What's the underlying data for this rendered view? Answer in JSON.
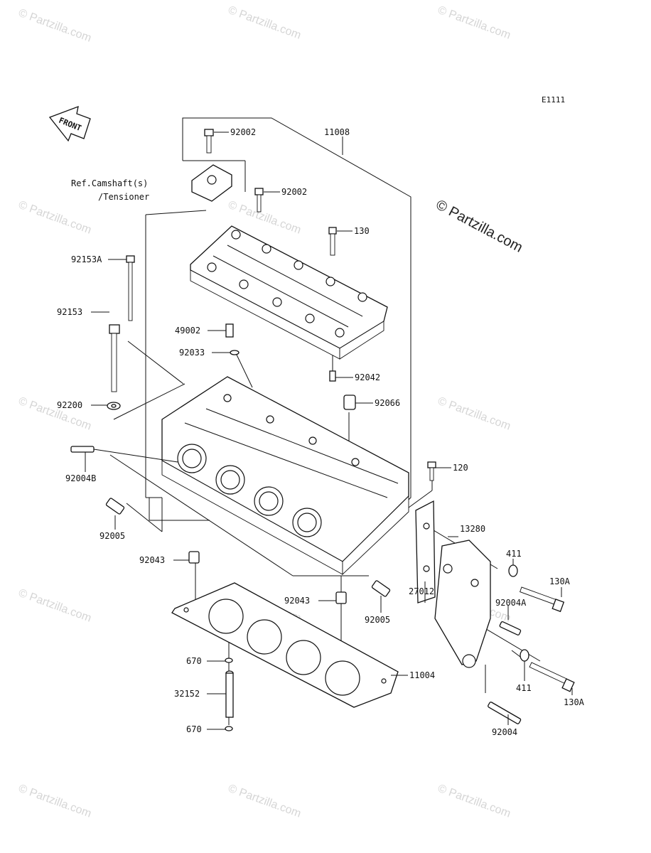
{
  "diagram": {
    "code": "E1111",
    "front_label": "FRONT",
    "ref_line1": "Ref.Camshaft(s)",
    "ref_line2": "/Tensioner",
    "watermark": "© Partzilla.com",
    "watermark_main": "© Partzilla.com"
  },
  "parts": [
    {
      "id": "11008",
      "label": "11008"
    },
    {
      "id": "92002a",
      "label": "92002"
    },
    {
      "id": "92002b",
      "label": "92002"
    },
    {
      "id": "130",
      "label": "130"
    },
    {
      "id": "92153A",
      "label": "92153A"
    },
    {
      "id": "92153",
      "label": "92153"
    },
    {
      "id": "49002",
      "label": "49002"
    },
    {
      "id": "92033",
      "label": "92033"
    },
    {
      "id": "92042",
      "label": "92042"
    },
    {
      "id": "92066",
      "label": "92066"
    },
    {
      "id": "92200",
      "label": "92200"
    },
    {
      "id": "92004B",
      "label": "92004B"
    },
    {
      "id": "120",
      "label": "120"
    },
    {
      "id": "92005a",
      "label": "92005"
    },
    {
      "id": "13280",
      "label": "13280"
    },
    {
      "id": "411a",
      "label": "411"
    },
    {
      "id": "130Aa",
      "label": "130A"
    },
    {
      "id": "92043a",
      "label": "92043"
    },
    {
      "id": "27012",
      "label": "27012"
    },
    {
      "id": "92004A",
      "label": "92004A"
    },
    {
      "id": "92043b",
      "label": "92043"
    },
    {
      "id": "92005b",
      "label": "92005"
    },
    {
      "id": "670a",
      "label": "670"
    },
    {
      "id": "11004",
      "label": "11004"
    },
    {
      "id": "32152",
      "label": "32152"
    },
    {
      "id": "411b",
      "label": "411"
    },
    {
      "id": "130Ab",
      "label": "130A"
    },
    {
      "id": "670b",
      "label": "670"
    },
    {
      "id": "92004",
      "label": "92004"
    }
  ]
}
